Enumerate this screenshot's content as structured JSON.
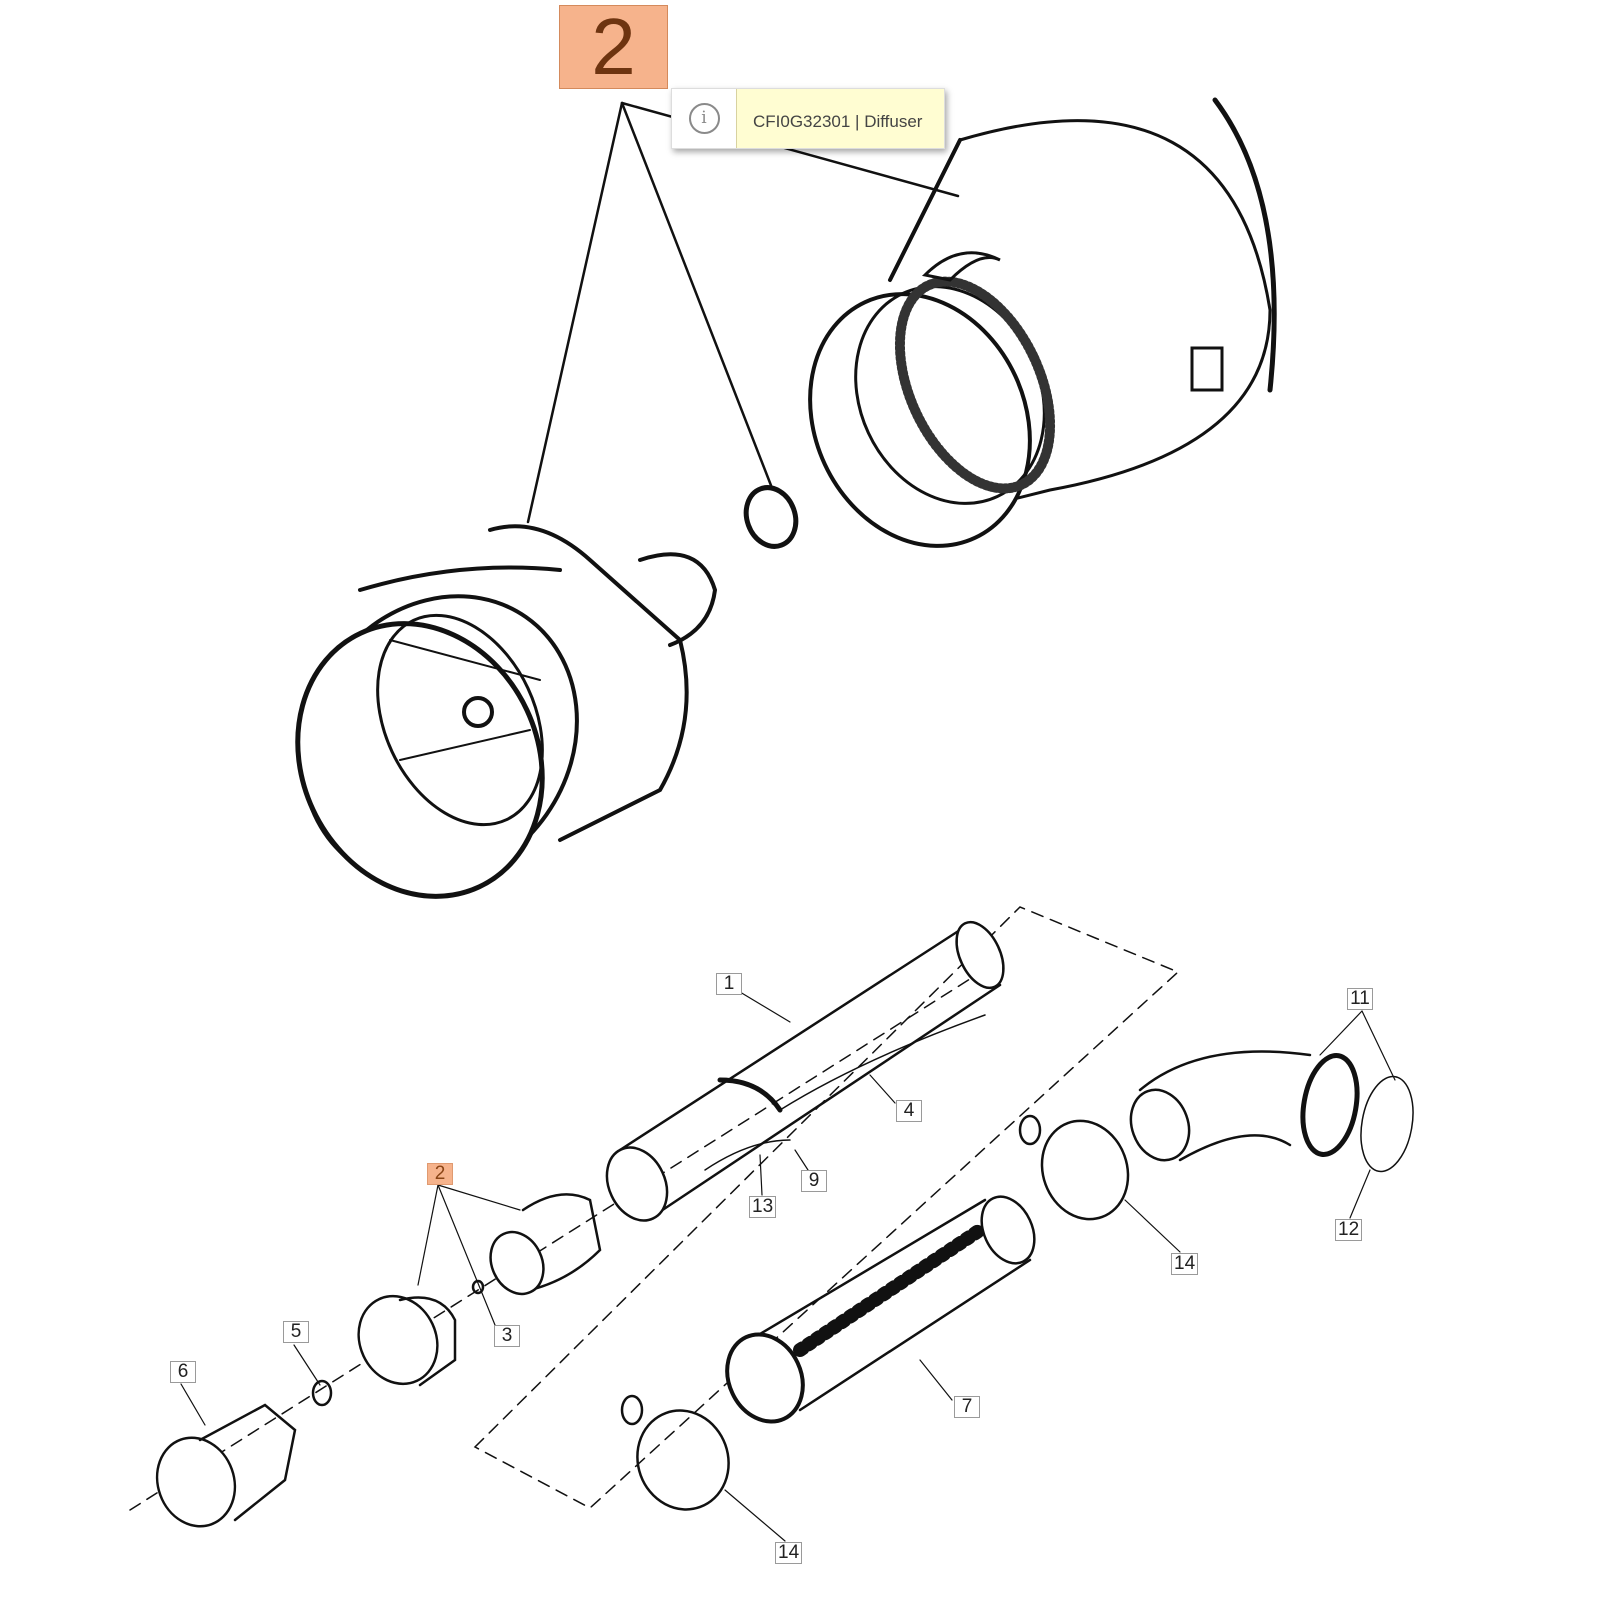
{
  "selected_callout": {
    "label": "2"
  },
  "tooltip": {
    "icon": "info-icon",
    "icon_glyph": "i",
    "text": "CFI0G32301 | Diffuser"
  },
  "callouts": {
    "c1": "1",
    "c2": "2",
    "c3": "3",
    "c4": "4",
    "c5": "5",
    "c6": "6",
    "c7": "7",
    "c9": "9",
    "c11": "11",
    "c12": "12",
    "c13": "13",
    "c14a": "14",
    "c14b": "14"
  },
  "colors": {
    "highlight": "#f6b38c",
    "tooltip_bg": "#fffdd2"
  }
}
